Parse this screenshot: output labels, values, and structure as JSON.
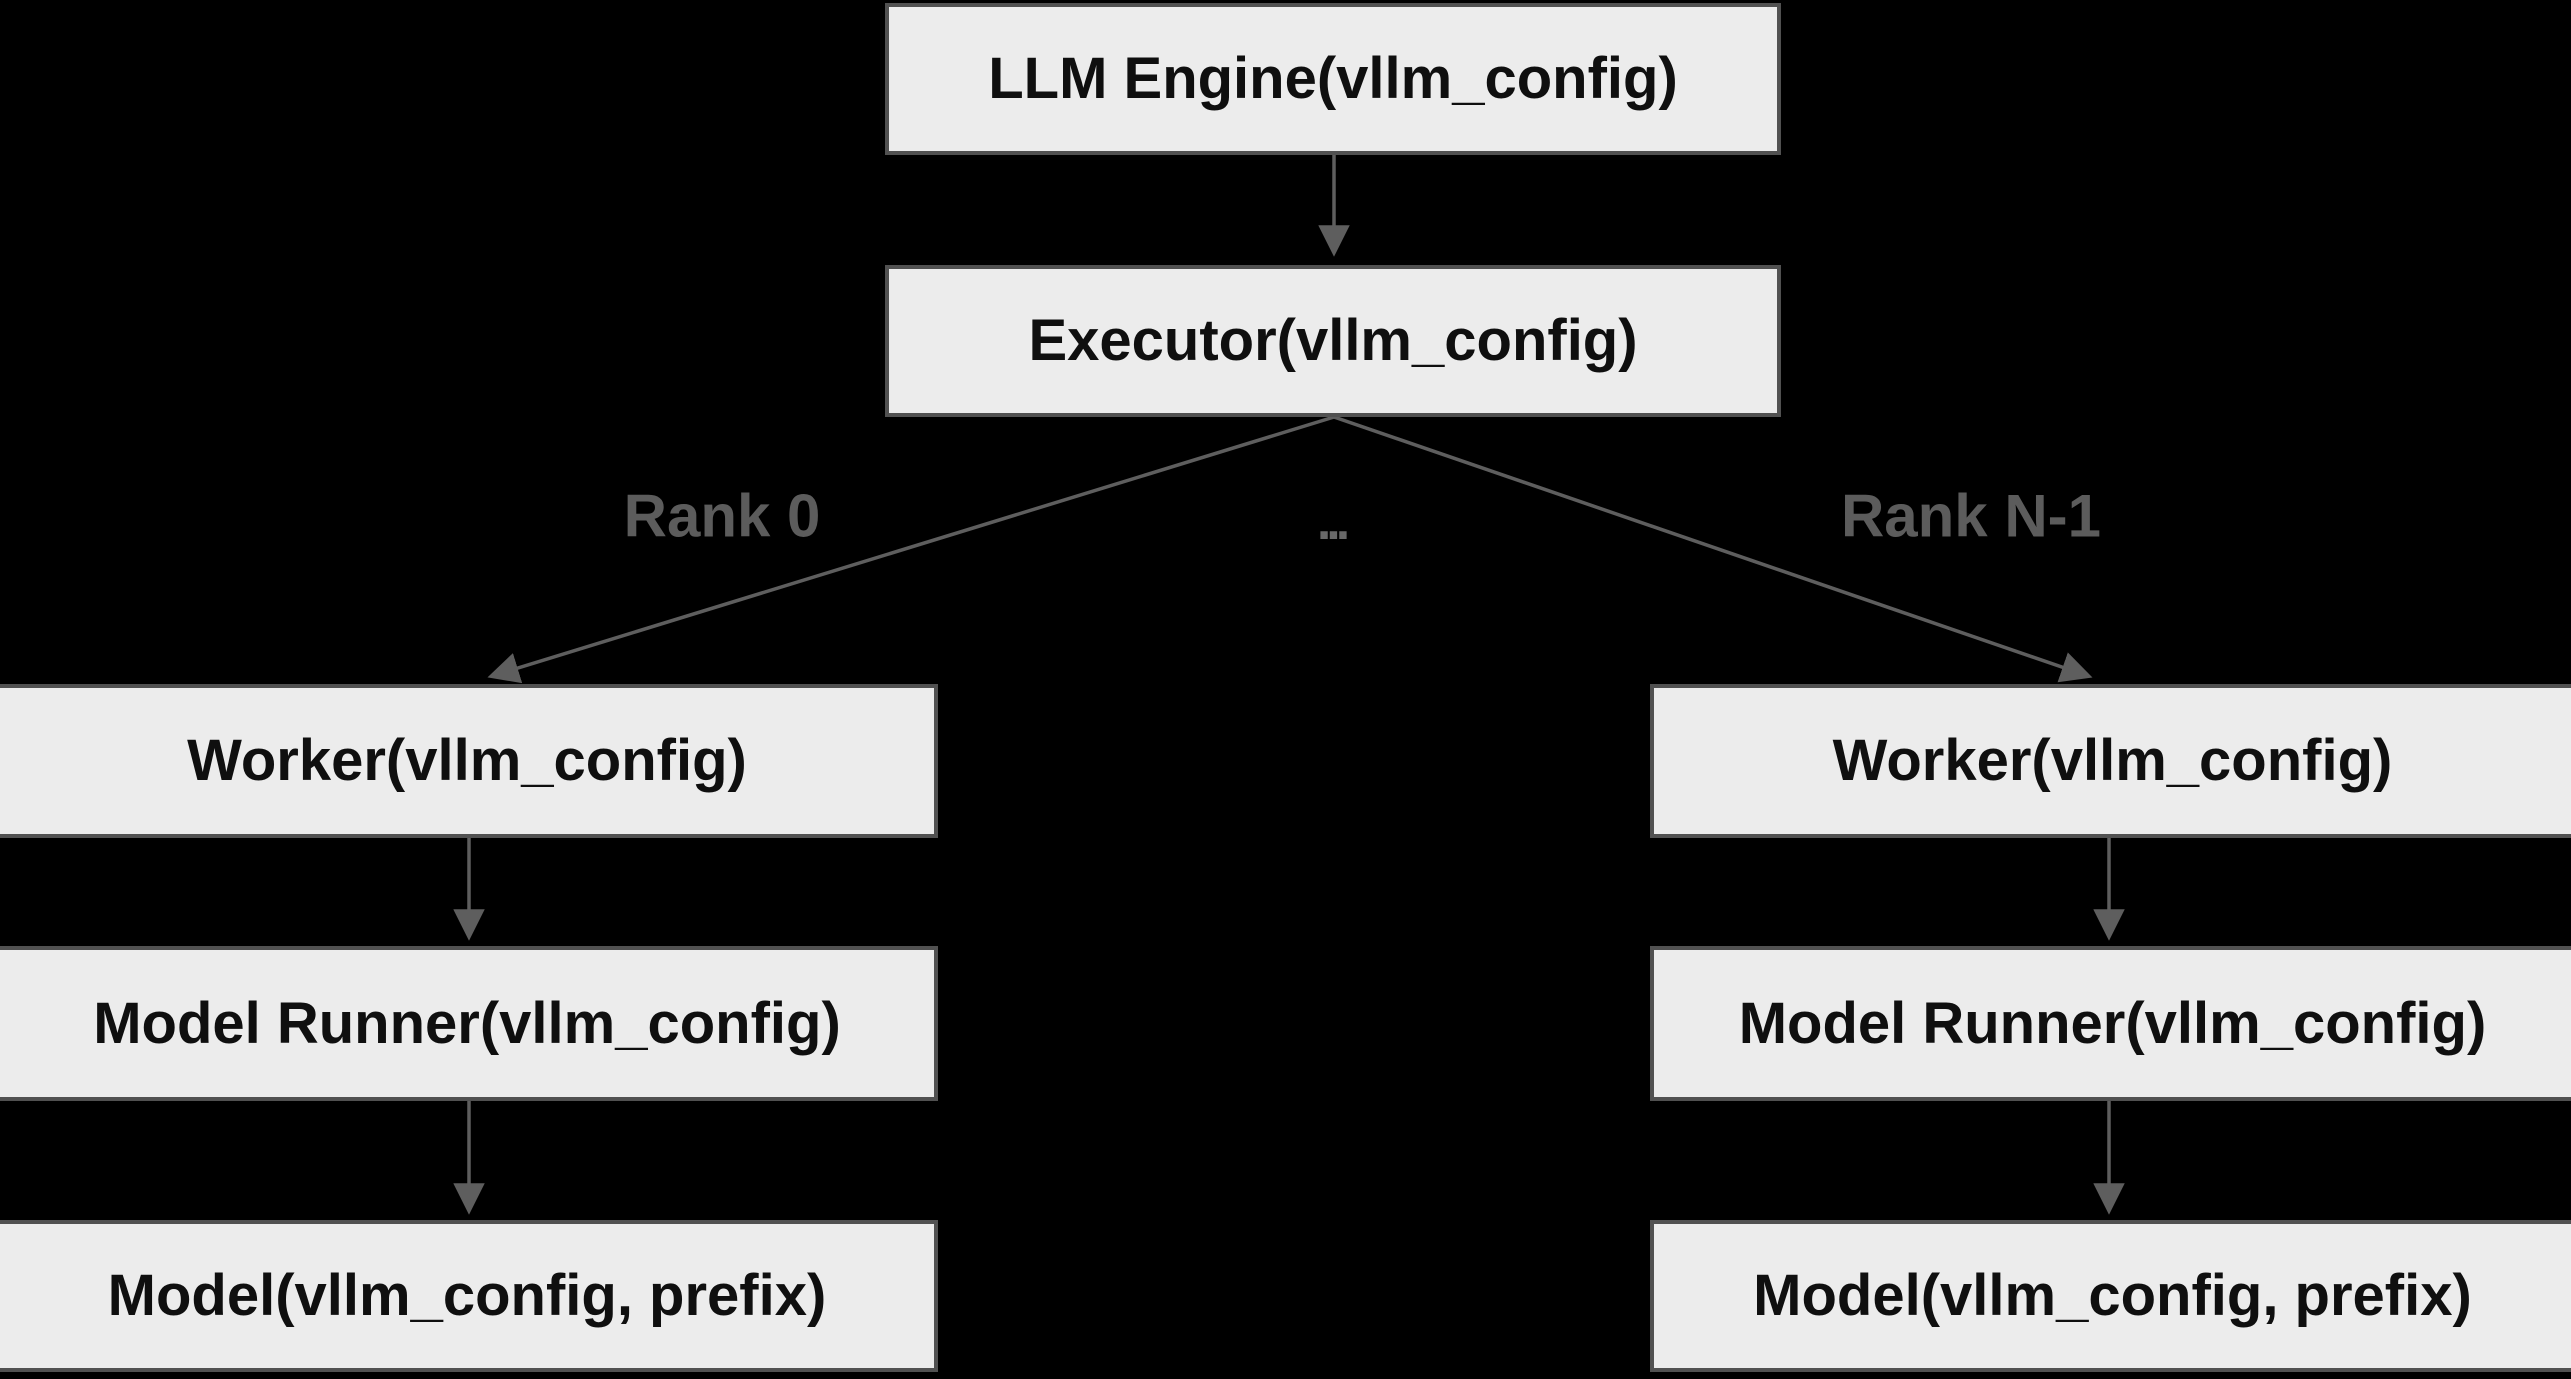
{
  "diagram": {
    "nodes": {
      "llm_engine": "LLM Engine(vllm_config)",
      "executor": "Executor(vllm_config)",
      "worker_left": "Worker(vllm_config)",
      "worker_right": "Worker(vllm_config)",
      "model_runner_left": "Model Runner(vllm_config)",
      "model_runner_right": "Model Runner(vllm_config)",
      "model_left": "Model(vllm_config, prefix)",
      "model_right": "Model(vllm_config, prefix)"
    },
    "edge_labels": {
      "rank_0": "Rank 0",
      "rank_n": "Rank N-1",
      "ellipsis": "..."
    },
    "colors": {
      "background": "#000000",
      "node_fill": "#ececec",
      "node_border": "#515151",
      "node_text": "#0f0f0f",
      "edge_line": "#5e5e5e",
      "edge_label_text": "#5c5c5c"
    }
  }
}
